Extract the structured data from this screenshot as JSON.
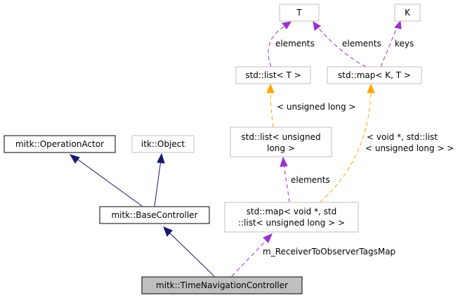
{
  "diagram": {
    "nodes": {
      "t": {
        "label": "T"
      },
      "k": {
        "label": "K"
      },
      "list_t": {
        "label": "std::list< T >"
      },
      "map_kt": {
        "label": "std::map< K, T >"
      },
      "list_ul": {
        "line1": "std::list< unsigned",
        "line2": "long >"
      },
      "operation_actor": {
        "label": "mitk::OperationActor"
      },
      "itk_object": {
        "label": "itk::Object"
      },
      "map_void": {
        "line1": "std::map< void *, std",
        "line2": "::list< unsigned long > >"
      },
      "base_controller": {
        "label": "mitk::BaseController"
      },
      "time_nav": {
        "label": "mitk::TimeNavigationController"
      }
    },
    "edge_labels": {
      "elements_t_list": "elements",
      "elements_t_map": "elements",
      "keys": "keys",
      "unsigned_long": "< unsigned long >",
      "void_list_1": "< void *, std::list",
      "void_list_2": "< unsigned long > >",
      "elements_list_ul": "elements",
      "receiver_map": "m_ReceiverToObserverTagsMap"
    },
    "colors": {
      "inheritance": "#191970",
      "usage": "#9a32cd",
      "template": "#ffa500",
      "grey_border": "#bfbfbf",
      "black_border": "#000000",
      "highlight_fill": "#bfbfbf"
    }
  }
}
